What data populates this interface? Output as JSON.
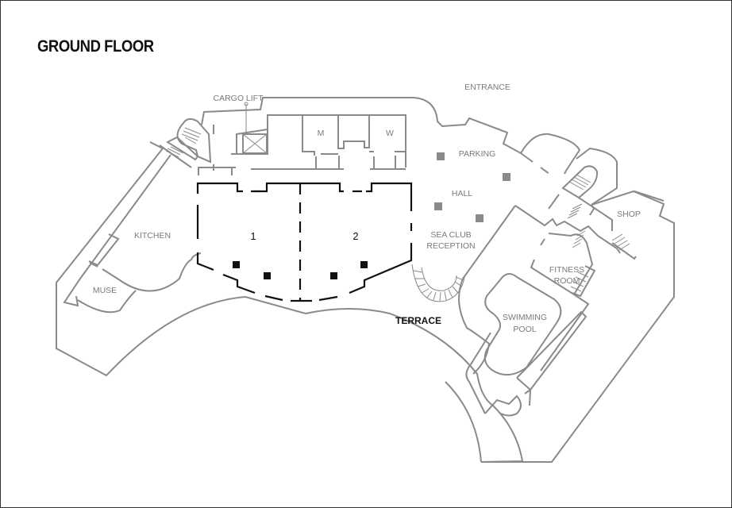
{
  "title": "GROUND FLOOR",
  "labels": {
    "cargo_lift": "CARGO LIFT",
    "entrance": "ENTRANCE",
    "men_restroom": "M",
    "women_restroom": "W",
    "parking": "PARKING",
    "hall": "HALL",
    "sea_club_reception_line1": "SEA CLUB",
    "sea_club_reception_line2": "RECEPTION",
    "shop": "SHOP",
    "fitness_room_line1": "FITNESS",
    "fitness_room_line2": "ROOM",
    "swimming_pool_line1": "SWIMMING",
    "swimming_pool_line2": "POOL",
    "kitchen": "KITCHEN",
    "muse": "MUSE",
    "terrace": "TERRACE",
    "hall_section_1": "1",
    "hall_section_2": "2"
  },
  "colors": {
    "wall": "#8a8a8a",
    "hall_outline": "#111111",
    "label": "#7a7a7a",
    "frame_border": "#333333"
  }
}
